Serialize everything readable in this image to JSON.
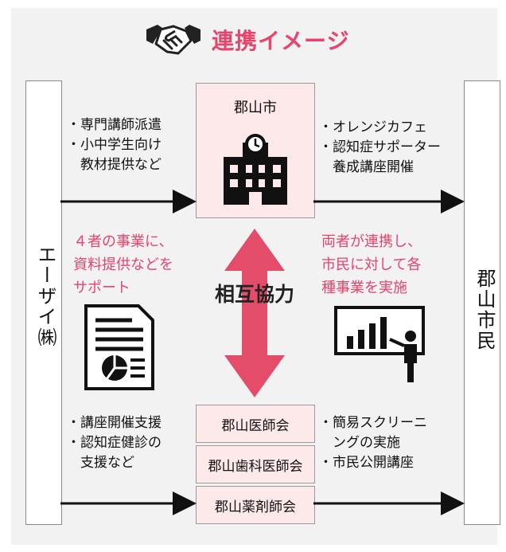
{
  "title": "連携イメージ",
  "icons": {
    "title": "handshake-icon",
    "city": "city-hall-icon",
    "left": "document-chart-icon",
    "right": "presentation-icon"
  },
  "colors": {
    "accent": "#e8436a",
    "pink_box": "#fde8ea",
    "background": "#f2f2f2"
  },
  "left_entity": "エーザイ㈱",
  "right_entity": "郡山市民",
  "city_box": {
    "name": "郡山市"
  },
  "associations": [
    "郡山医師会",
    "郡山歯科医師会",
    "郡山薬剤師会"
  ],
  "top_left_items": [
    "・専門講師派遣",
    "・小中学生向け",
    "　教材提供など"
  ],
  "top_right_items": [
    "・オレンジカフェ",
    "・認知症サポーター",
    "　養成講座開催"
  ],
  "bottom_left_items": [
    "・講座開催支援",
    "・認知症健診の",
    "　支援など"
  ],
  "bottom_right_items": [
    "・簡易スクリーニ",
    "　ングの実施",
    "・市民公開講座"
  ],
  "left_support": [
    "４者の事業に、",
    "資料提供などを",
    "サポート"
  ],
  "right_support": [
    "両者が連携し、",
    "市民に対して各",
    "種事業を実施"
  ],
  "mutual_label": "相互協力"
}
